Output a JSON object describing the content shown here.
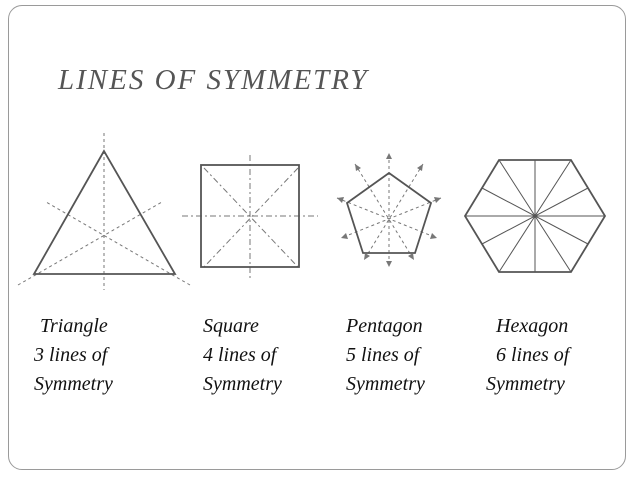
{
  "title": "LINES OF SYMMETRY",
  "shapes": [
    {
      "name": "Triangle",
      "lines_label": "3 lines of",
      "symmetry_label": "Symmetry",
      "lines_of_symmetry": 3
    },
    {
      "name": "Square",
      "lines_label": "4 lines of",
      "symmetry_label": "Symmetry",
      "lines_of_symmetry": 4
    },
    {
      "name": "Pentagon",
      "lines_label": "5 lines of",
      "symmetry_label": "Symmetry",
      "lines_of_symmetry": 5
    },
    {
      "name": "Hexagon",
      "lines_label": "6 lines of",
      "symmetry_label": "Symmetry",
      "lines_of_symmetry": 6
    }
  ],
  "colors": {
    "shape_stroke": "#555555",
    "symmetry_line": "#777777",
    "text": "#111111",
    "title": "#555555"
  }
}
